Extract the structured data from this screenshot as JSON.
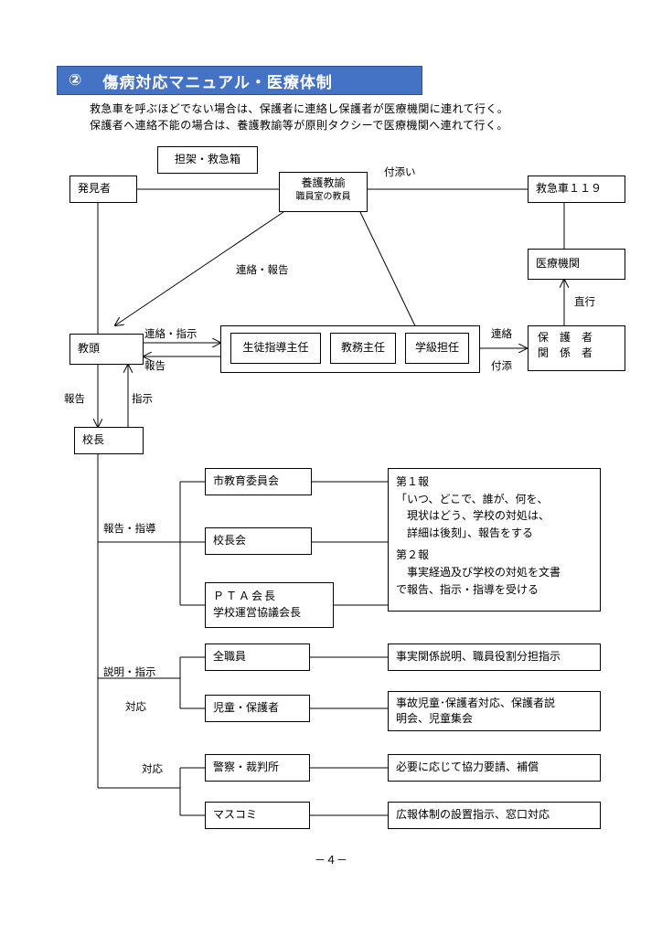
{
  "section": {
    "number": "②",
    "title": "傷病対応マニュアル・医療体制",
    "intro": [
      "救急車を呼ぶほどでない場合は、保護者に連絡し保護者が医療機関に連れて行く。",
      "保護者へ連絡不能の場合は、養護教諭等が原則タクシーで医療機関へ連れて行く。"
    ]
  },
  "nodes": {
    "stretcher": "担架・救急箱",
    "finder": "発見者",
    "nurse": "養護教諭",
    "nurse_sub": "職員室の教員",
    "ambulance": "救急車１１９",
    "medical": "医療機関",
    "vice_principal": "教頭",
    "student_guidance": "生徒指導主任",
    "academic_affairs": "教務主任",
    "homeroom": "学級担任",
    "guardian_1": "保　護　者",
    "guardian_2": "関　係　者",
    "principal": "校長",
    "city_board": "市教育委員会",
    "principal_assoc": "校長会",
    "pta_1": "ＰＴＡ会長",
    "pta_2": "学校運営協議会長",
    "all_staff": "全職員",
    "students_guardians": "児童・保護者",
    "police": "警察・裁判所",
    "media": "マスコミ"
  },
  "notes": {
    "report1_title": "第１報",
    "report1_l1": "「いつ、どこで、誰が、何を、",
    "report1_l2": "　現状はどう、学校の対処は、",
    "report1_l3": "　詳細は後刻」、報告をする",
    "report2_title": "第２報",
    "report2_l1": "　事実経過及び学校の対処を文書",
    "report2_l2": "で報告、指示・指導を受ける",
    "staff_action": "事実関係説明、職員役割分担指示",
    "students_action_1": "事故児童･保護者対応、保護者説",
    "students_action_2": "明会、児童集会",
    "police_action": "必要に応じて協力要請、補償",
    "media_action": "広報体制の設置指示、窓口対応"
  },
  "edge_labels": {
    "accompany": "付添い",
    "contact_report": "連絡・報告",
    "contact_instruct": "連絡・指示",
    "report": "報告",
    "contact": "連絡",
    "accompany2": "付添",
    "direct": "直行",
    "report_left": "報告",
    "instruct": "指示",
    "report_guidance": "報告・指導",
    "explain_instruct": "説明・指示",
    "respond": "対応",
    "respond2": "対応"
  },
  "footer": {
    "page": "－４－"
  }
}
